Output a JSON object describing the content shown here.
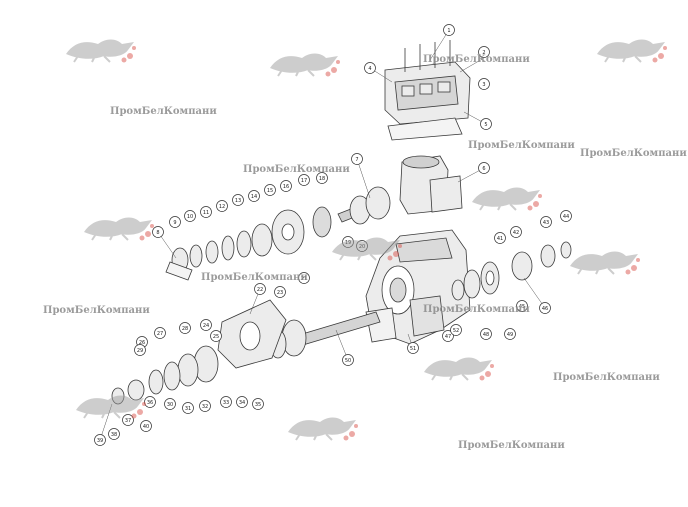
{
  "diagram": {
    "part_callouts": [
      "1",
      "2",
      "3",
      "4",
      "5",
      "6",
      "7",
      "8",
      "9",
      "10",
      "11",
      "12",
      "13",
      "14",
      "15",
      "16",
      "17",
      "18",
      "19",
      "20",
      "21",
      "22",
      "23",
      "24",
      "25",
      "26",
      "27",
      "28",
      "29",
      "30",
      "31",
      "32",
      "33",
      "34",
      "35",
      "36",
      "37",
      "38",
      "39",
      "40",
      "41",
      "42",
      "43",
      "44",
      "45",
      "46",
      "47",
      "48",
      "49",
      "50",
      "51",
      "52"
    ],
    "watermark_text": "ПромБелКомпани",
    "logo_name": "horse-logo-watermark",
    "colors": {
      "line": "#3a3a3a",
      "fill_light": "#ececec",
      "watermark": "#8a8a8a",
      "logo_red": "#d8524a"
    }
  }
}
